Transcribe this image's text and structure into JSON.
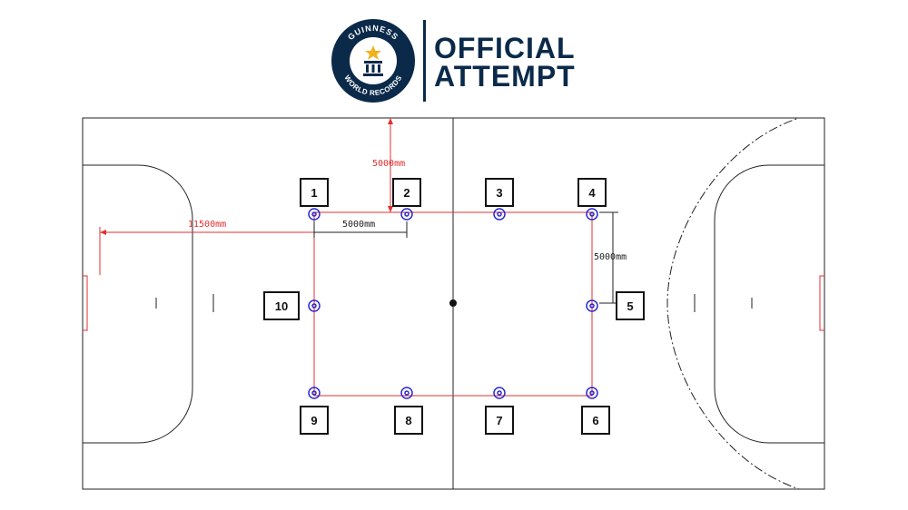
{
  "header": {
    "logo_text_top": "GUINNESS",
    "logo_text_bottom": "WORLD RECORDS",
    "title_line1": "OFFICIAL",
    "title_line2": "ATTEMPT",
    "brand_color": "#0b2a4a",
    "star_color": "#f2b21c"
  },
  "diagram": {
    "line_color": "#222222",
    "dimension_color": "#e03030",
    "marker_color": "#2a2ad0",
    "dimensions": {
      "top_offset": "5000mm",
      "left_offset": "11500mm",
      "horizontal_spacing": "5000mm",
      "vertical_spacing": "5000mm"
    },
    "positions": [
      "1",
      "2",
      "3",
      "4",
      "5",
      "6",
      "7",
      "8",
      "9",
      "10"
    ]
  }
}
